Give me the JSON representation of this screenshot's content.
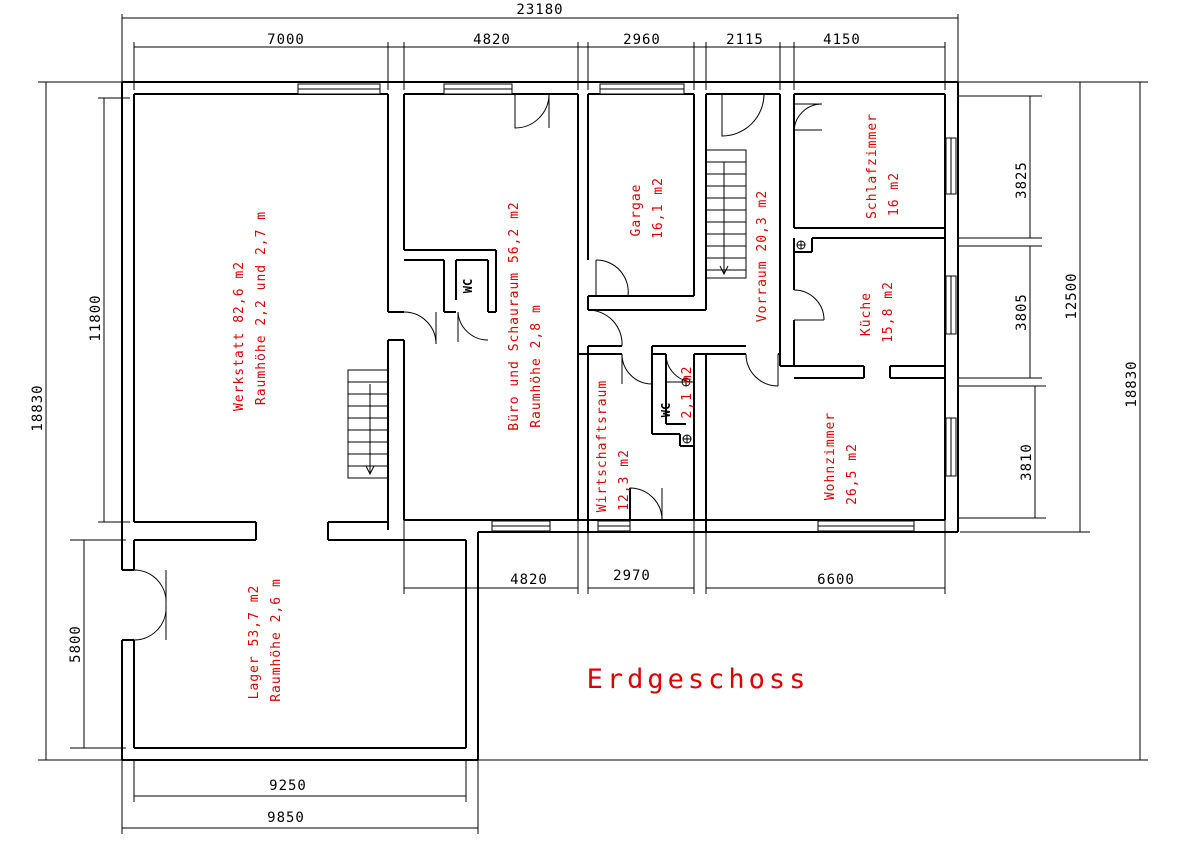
{
  "title": "Erdgeschoss",
  "dimensions": {
    "overall_width": "23180",
    "top_segments": [
      "7000",
      "4820",
      "2960",
      "2115",
      "4150"
    ],
    "bottom_segments": [
      "4820",
      "2970",
      "6600"
    ],
    "lager_inner_width": "9250",
    "lager_outer_width": "9850",
    "left_upper_height": "11800",
    "left_lower_height": "5800",
    "left_overall_height": "18830",
    "right_overall_height": "18830",
    "right_house_height": "12500",
    "right_segments": [
      "3825",
      "3805",
      "3810"
    ]
  },
  "rooms": {
    "werkstatt": {
      "line1": "Werkstatt 82,6 m2",
      "line2": "Raumhöhe 2,2 und 2,7 m"
    },
    "buero": {
      "line1": "Büro und Schauraum 56,2 m2",
      "line2": "Raumhöhe 2,8 m"
    },
    "garage": {
      "line1": "Gargae",
      "line2": "16,1 m2"
    },
    "vorraum": {
      "line1": "Vorraum 20,3 m2"
    },
    "schlafzimmer": {
      "line1": "Schlafzimmer",
      "line2": "16 m2"
    },
    "kueche": {
      "line1": "Küche",
      "line2": "15,8 m2"
    },
    "wohnzimmer": {
      "line1": "Wohnzimmer",
      "line2": "26,5 m2"
    },
    "wirtschaftsraum": {
      "line1": "Wirtschaftsraum",
      "line2": "12,3 m2"
    },
    "wc_small": {
      "line1": "WC",
      "line2": "2,1 m2"
    },
    "lager": {
      "line1": "Lager 53,7 m2",
      "line2": "Raumhöhe 2,6 m"
    }
  },
  "labels": {
    "wc_buero": "WC",
    "wc_small": "WC"
  }
}
